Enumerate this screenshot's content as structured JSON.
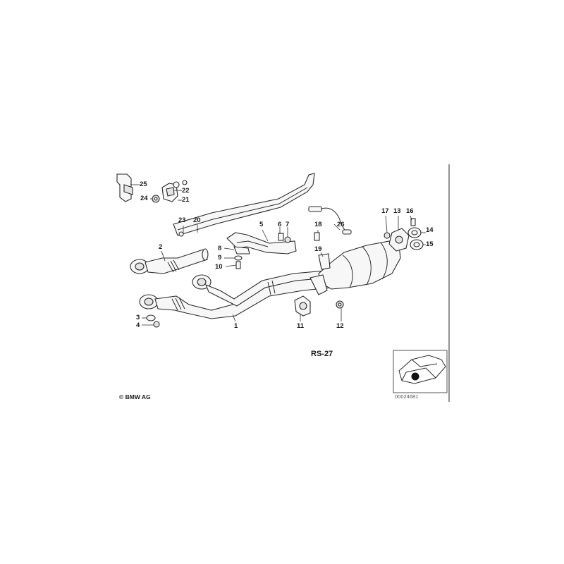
{
  "diagram": {
    "reference": "RS-27",
    "copyright": "© BMW AG",
    "document_id": "00024681",
    "part_numbers": [
      "1",
      "2",
      "3",
      "4",
      "5",
      "6",
      "7",
      "8",
      "9",
      "10",
      "11",
      "12",
      "13",
      "14",
      "15",
      "16",
      "17",
      "18",
      "19",
      "20",
      "21",
      "22",
      "23",
      "24",
      "25",
      "26"
    ]
  }
}
